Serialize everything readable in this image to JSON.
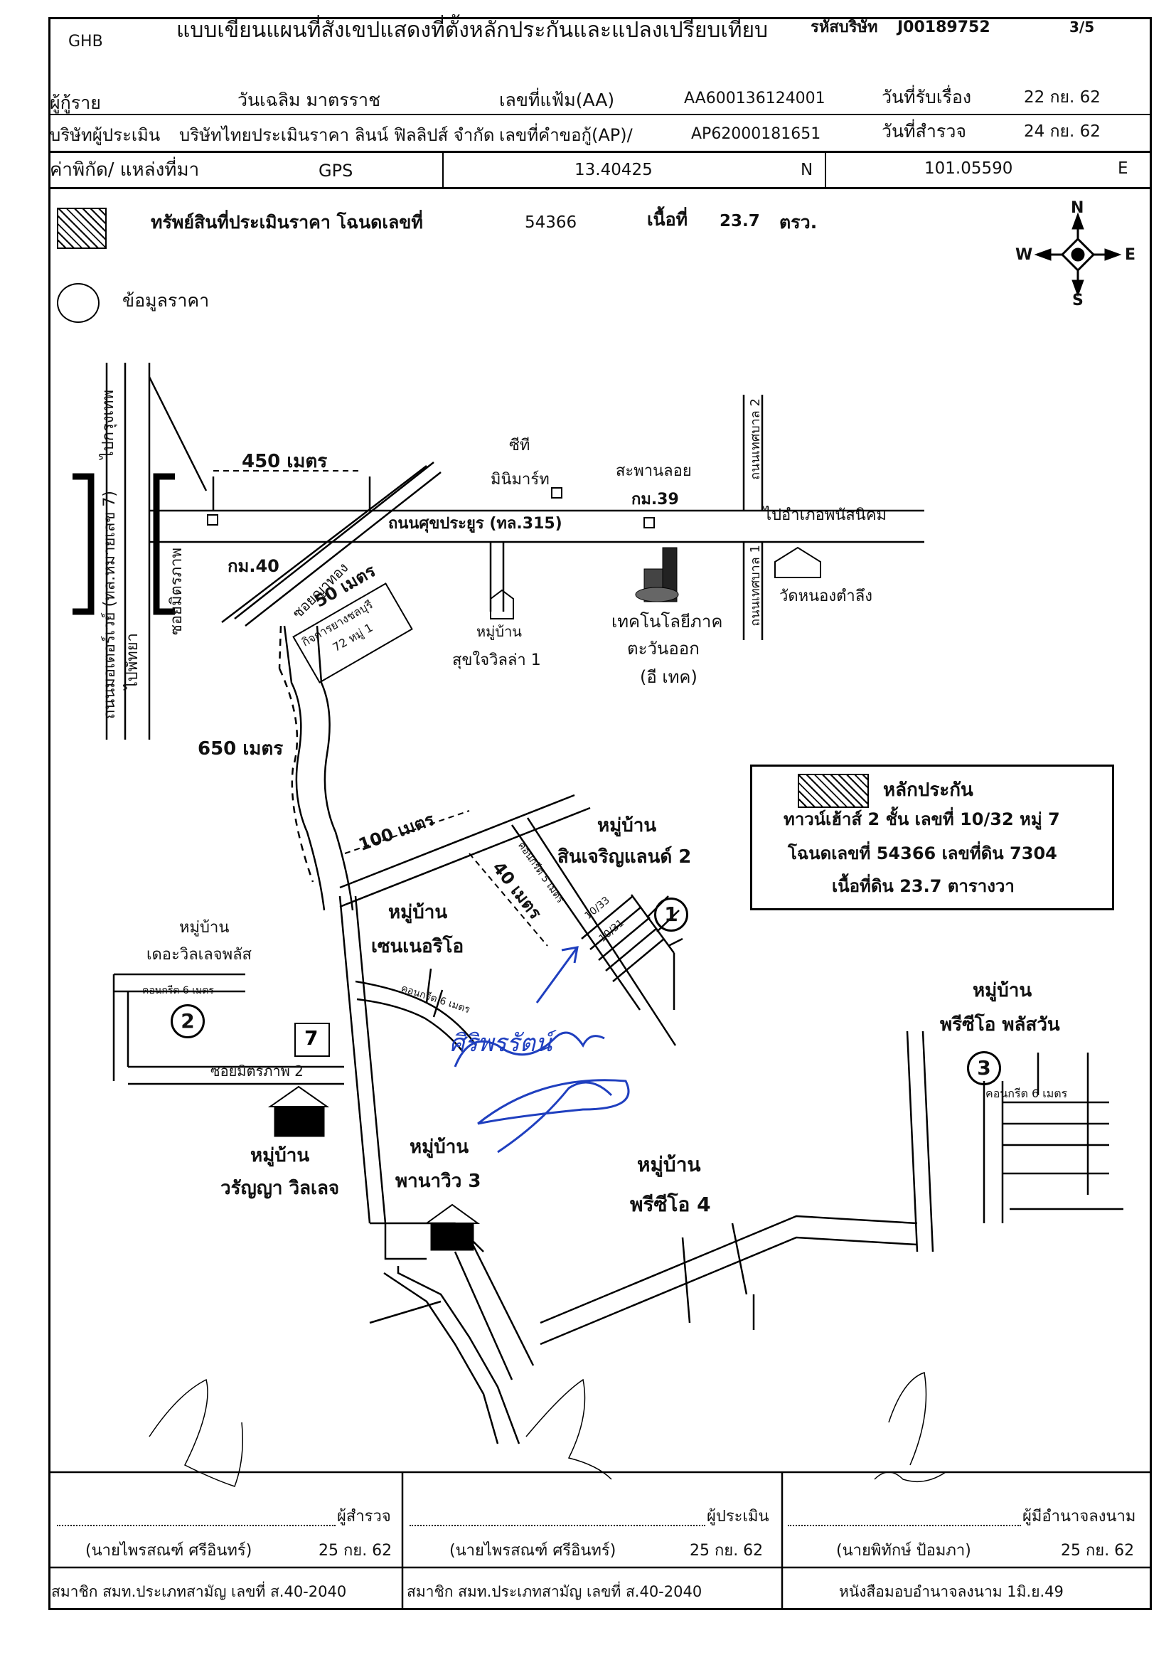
{
  "header": {
    "org": "GHB",
    "title": "แบบเขียนแผนที่สังเขปแสดงที่ตั้งหลักประกันและแปลงเปรียบเทียบ",
    "company_code_label": "รหัสบริษัท",
    "company_code": "J00189752",
    "page": "3/5"
  },
  "info": {
    "borrower_label": "ผู้กู้ราย",
    "borrower": "วันเฉลิม  มาตรราช",
    "file_no_label": "เลขที่แฟ้ม(AA)",
    "file_no": "AA600136124001",
    "received_label": "วันที่รับเรื่อง",
    "received_date": "22 กย. 62",
    "appraiser_company_label": "บริษัทผู้ประเมิน",
    "appraiser_company": "บริษัทไทยประเมินราคา ลินน์ ฟิลลิปส์ จำกัด",
    "request_no_label": "เลขที่คำขอกู้(AP)/",
    "request_no": "AP62000181651",
    "survey_label": "วันที่สำรวจ",
    "survey_date": "24 กย. 62"
  },
  "coords": {
    "label": "ค่าพิกัด/  แหล่งที่มา",
    "source": "GPS",
    "lat": "13.40425",
    "lat_dir": "N",
    "lon": "101.05590",
    "lon_dir": "E"
  },
  "legend_top": {
    "property_label": "ทรัพย์สินที่ประเมินราคา โฉนดเลขที่",
    "deed_no": "54366",
    "area_label": "เนื้อที่",
    "area": "23.7",
    "area_unit": "ตรว.",
    "price_info_label": "ข้อมูลราคา"
  },
  "compass": {
    "n": "N",
    "s": "S",
    "e": "E",
    "w": "W"
  },
  "map_labels": {
    "to_bangkok": "ไปกรุงเทพ",
    "to_pattaya": "ไปพัทยา",
    "motorway": "ถนนมอเตอร์เวย์ (ทล.หมายเลข 7)",
    "soi_mittraphap": "ซอยมิตรภาพ",
    "d450": "450 เมตร",
    "km40": "กม.40",
    "soi_yubyai": "ซอยญาทอง",
    "d50": "50 เมตร",
    "rubber": "กิจการยางชลบุรี",
    "rubber2": "72 หมู่ 1",
    "cp_all_1": "ซีที",
    "cp_all_2": "มินิมาร์ท",
    "sapan": "สะพานลอย",
    "km39": "กม.39",
    "sukprayoon": "ถนนศุขประยูร (ทล.315)",
    "to_phanat": "ไปอำเภอพนัสนิคม",
    "tessaban2": "ถนนเทศบาล 2",
    "tessaban1": "ถนนเทศบาล 1",
    "wat": "วัดหนองตำลึง",
    "village_sukjai_1": "หมู่บ้าน",
    "village_sukjai_2": "สุขใจวิลล่า 1",
    "etech_1": "เทคโนโลยีภาค",
    "etech_2": "ตะวันออก",
    "etech_3": "(อี เทค)",
    "d650": "650 เมตร",
    "d100": "100 เมตร",
    "d40": "40 เมตร",
    "concrete_5m": "คอนกรีต 5 เมตร",
    "concrete_6m": "คอนกรีต 6 เมตร",
    "unit_1033": "10/33",
    "unit_1031": "10/31",
    "v_sincharoen_1": "หมู่บ้าน",
    "v_sincharoen_2": "สินเจริญแลนด์ 2",
    "v_sennerio_1": "หมู่บ้าน",
    "v_sennerio_2": "เซนเนอริโอ",
    "v_deville_1": "หมู่บ้าน",
    "v_deville_2": "เดอะวิลเลจพลัส",
    "soi_mittraphap2": "ซอยมิตรภาพ 2",
    "v_wanya_1": "หมู่บ้าน",
    "v_wanya_2": "วรัญญา วิลเลจ",
    "v_panaview_1": "หมู่บ้าน",
    "v_panaview_2": "พานาวิว 3",
    "v_precio4_1": "หมู่บ้าน",
    "v_precio4_2": "พรีซีโอ 4",
    "v_precio_plus_1": "หมู่บ้าน",
    "v_precio_plus_2": "พรีซีโอ พลัสวัน",
    "c1": "1",
    "c2": "2",
    "c3": "3",
    "seven": "7"
  },
  "collateral": {
    "title": "หลักประกัน",
    "line1": "ทาวน์เฮ้าส์ 2 ชั้น เลขที่ 10/32 หมู่ 7",
    "line2": "โฉนดเลขที่ 54366 เลขที่ดิน 7304",
    "line3": "เนื้อที่ดิน 23.7 ตารางวา"
  },
  "handwritten": "ศิริพรรัตน์",
  "signatures": [
    {
      "role": "ผู้สำรวจ",
      "name": "(นายไพรสณฑ์  ศรีอินทร์)",
      "date": "25 กย. 62",
      "member": "สมาชิก สมท.ประเภทสามัญ เลขที่ ส.40-2040"
    },
    {
      "role": "ผู้ประเมิน",
      "name": "(นายไพรสณฑ์  ศรีอินทร์)",
      "date": "25 กย. 62",
      "member": "สมาชิก สมท.ประเภทสามัญ เลขที่ ส.40-2040"
    },
    {
      "role": "ผู้มีอำนาจลงนาม",
      "name": "(นายพิทักษ์  ป้อมภา)",
      "date": "25 กย. 62",
      "member": "หนังสือมอบอำนาจลงนาม  1มิ.ย.49"
    }
  ]
}
